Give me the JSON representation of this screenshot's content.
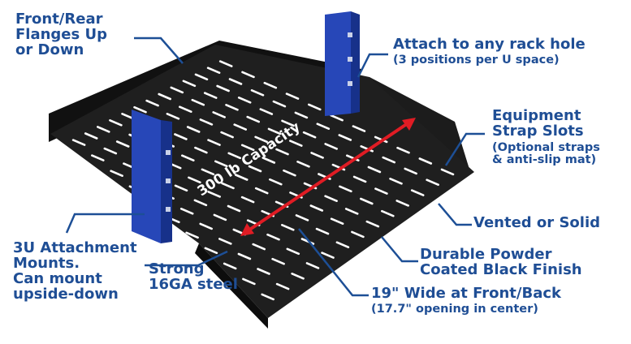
{
  "colors": {
    "label_blue": "#1f4e95",
    "leader_blue": "#1d4f96",
    "shelf_black": "#1a1a1a",
    "slot_white": "#ffffff",
    "bracket_blue": "#2747b8",
    "arrow_red": "#e01c24"
  },
  "capacity": "300 lb Capacity",
  "callouts": {
    "flanges": [
      "Front/Rear",
      "Flanges Up",
      "or Down"
    ],
    "attach": [
      "Attach to any rack hole",
      "(3 positions per U space)"
    ],
    "straps": [
      "Equipment",
      "Strap Slots",
      "(Optional straps",
      "& anti-slip mat)"
    ],
    "vented": [
      "Vented or Solid"
    ],
    "powder": [
      "Durable Powder",
      "Coated Black Finish"
    ],
    "wide": [
      "19\" Wide at Front/Back",
      "(17.7\" opening in center)"
    ],
    "steel": [
      "Strong",
      "16GA steel"
    ],
    "mounts": [
      "3U Attachment",
      "Mounts.",
      "Can mount",
      "upside-down"
    ]
  }
}
